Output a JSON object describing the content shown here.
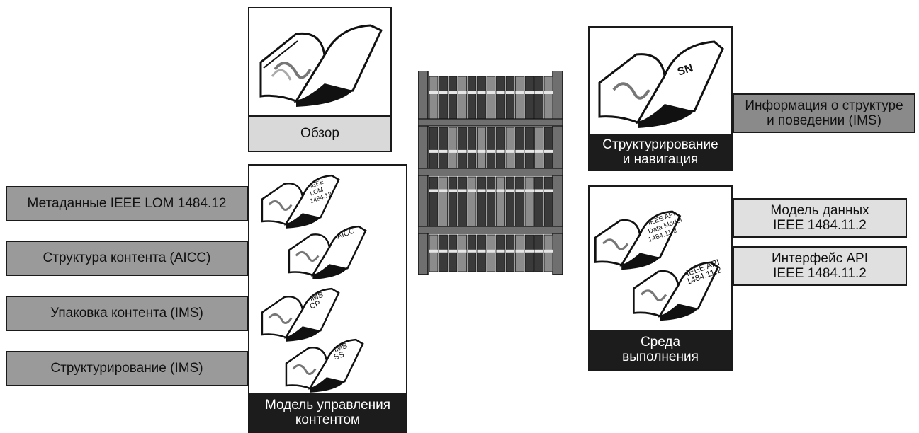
{
  "colors": {
    "frame": "#1a1a1a",
    "tag_mid": "#9a9a9a",
    "tag_pale": "#e0e0e0",
    "caption_dark": "#1c1c1c",
    "caption_light": "#d9d9d9",
    "shelf_wood": "#6f6f6f",
    "book_dark": "#3a3a3a",
    "book_mid": "#8c8c8c"
  },
  "overview": {
    "caption": "Обзор",
    "icon": "open-book-icon"
  },
  "content_model": {
    "caption": "Модель управления\nконтентом",
    "books": [
      {
        "lines": [
          "IEEE",
          "LOM",
          "1484.12"
        ]
      },
      {
        "lines": [
          "AICC"
        ]
      },
      {
        "lines": [
          "IMS",
          "CP"
        ]
      },
      {
        "lines": [
          "IMS",
          "SS"
        ]
      }
    ],
    "tags": [
      "Метаданные IEEE LOM 1484.12",
      "Структура контента (AICC)",
      "Упаковка контента (IMS)",
      "Структурирование (IMS)"
    ]
  },
  "bookshelf": {
    "icon": "bookshelf-icon"
  },
  "sequencing": {
    "caption": "Структурирование\nи навигация",
    "book_label": "SN",
    "tag": "Информация о структуре\nи поведении (IMS)"
  },
  "runtime": {
    "caption": "Среда\nвыполнения",
    "books": [
      {
        "lines": [
          "IEEE API",
          "Data Model",
          "1484.11.2"
        ]
      },
      {
        "lines": [
          "IEEE API",
          "1484.11.2"
        ]
      }
    ],
    "tags": [
      "Модель данных\nIEEE 1484.11.2",
      "Интерфейс API\nIEEE 1484.11.2"
    ]
  }
}
